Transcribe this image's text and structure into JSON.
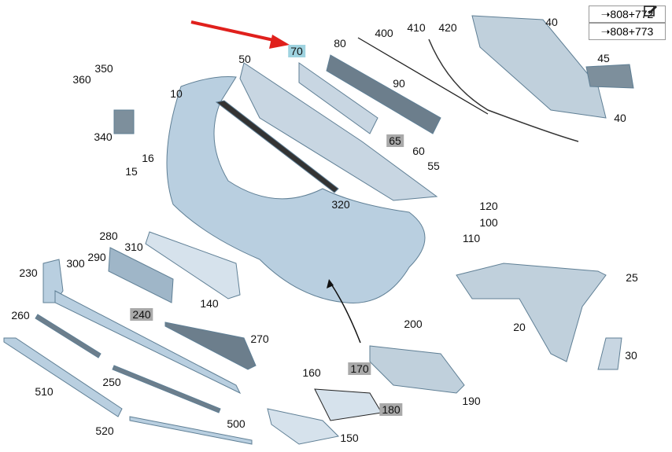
{
  "references": [
    "➝808+772",
    "➝808+773"
  ],
  "labels": [
    "70",
    "80",
    "400",
    "410",
    "420",
    "40",
    "45",
    "40",
    "50",
    "90",
    "350",
    "360",
    "10",
    "340",
    "65",
    "60",
    "55",
    "16",
    "15",
    "320",
    "120",
    "100",
    "110",
    "280",
    "310",
    "300",
    "290",
    "230",
    "25",
    "140",
    "240",
    "260",
    "200",
    "270",
    "20",
    "30",
    "160",
    "170",
    "250",
    "190",
    "180",
    "510",
    "500",
    "520",
    "150"
  ],
  "highlighted": {
    "selected": "70",
    "grey": [
      "65",
      "240",
      "170",
      "180"
    ]
  },
  "colors": {
    "part_fill": "#b9cfe0",
    "part_stroke": "#5f7f95",
    "arrow": "#e0201c",
    "highlight": "#9fd3e0",
    "grey_tag": "#a9a9a9"
  },
  "icons": [
    "edit-icon",
    "red-pointer-arrow",
    "black-pointer-arrow"
  ]
}
